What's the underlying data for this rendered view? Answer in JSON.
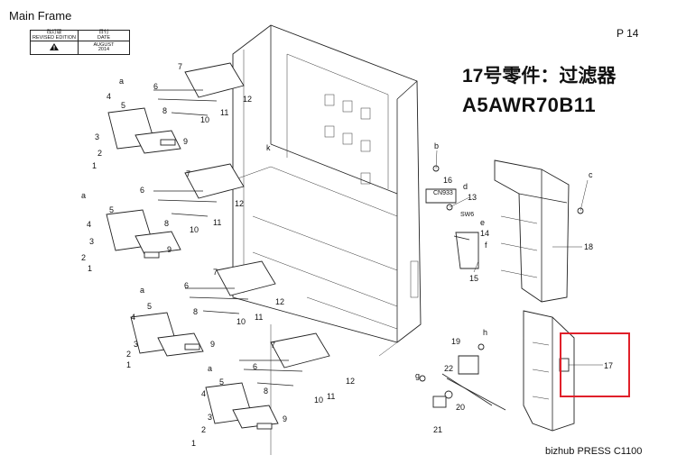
{
  "header": {
    "title": "Main Frame",
    "page": "P 14"
  },
  "revision_box": {
    "zh_revised": "改訂版",
    "revised_edition": "REVISED EDITION",
    "zh_date": "日付",
    "date_label": "DATE",
    "month": "AUGUST",
    "year": "2014"
  },
  "annotation": {
    "title": "17号零件：过滤器",
    "code": "A5AWR70B11"
  },
  "highlight_color": "#e0202a",
  "footer": "bizhub PRESS C1100",
  "callouts": {
    "n1": "1",
    "n2": "2",
    "n3": "3",
    "n4": "4",
    "n5": "5",
    "n6": "6",
    "n7": "7",
    "n8": "8",
    "n9": "9",
    "n10": "10",
    "n11": "11",
    "n12": "12",
    "n13": "13",
    "n14": "14",
    "n15": "15",
    "n16": "16",
    "n17": "17",
    "n18": "18",
    "n19": "19",
    "n20": "20",
    "n21": "21",
    "n22": "22",
    "a": "a",
    "b": "b",
    "c": "c",
    "d": "d",
    "e": "e",
    "f": "f",
    "g": "g",
    "h": "h",
    "k": "k",
    "cn933": "CN933",
    "sw6": "SW6"
  }
}
